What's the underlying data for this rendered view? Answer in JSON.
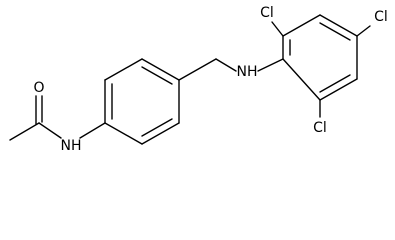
{
  "molecule": {
    "labels": {
      "oxygen": "O",
      "amide_nh": "NH",
      "amine_nh": "NH",
      "cl_top": "Cl",
      "cl_right": "Cl",
      "cl_bottom": "Cl"
    }
  }
}
